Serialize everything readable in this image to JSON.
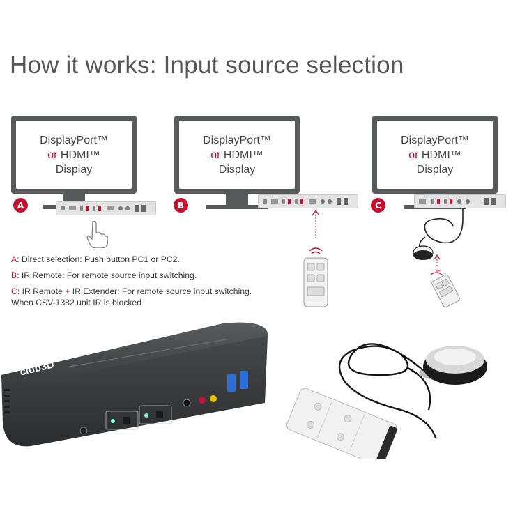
{
  "title": "How it works: Input source selection",
  "panels": [
    {
      "badge": "A",
      "line1": "DisplayPort™",
      "line2_or": "or",
      "line2_rest": " HDMI™",
      "line3": "Display"
    },
    {
      "badge": "B",
      "line1": "DisplayPort™",
      "line2_or": "or",
      "line2_rest": " HDMI™",
      "line3": "Display"
    },
    {
      "badge": "C",
      "line1": "DisplayPort™",
      "line2_or": "or",
      "line2_rest": " HDMI™",
      "line3": "Display"
    }
  ],
  "legend": [
    {
      "key": "A",
      "text": ": Direct selection: Push button PC1 or PC2."
    },
    {
      "key": "B",
      "text": ": IR Remote: For remote source input switching."
    },
    {
      "key": "C",
      "text": ": IR Remote ",
      "plus": "+",
      "text2": " IR Extender: For remote source input switching."
    },
    {
      "text": "When CSV-1382 unit IR is blocked"
    }
  ],
  "product": {
    "logo": "club3D"
  },
  "colors": {
    "accent": "#c8102e",
    "monitor": "#58595b",
    "device": "#3b3c3e"
  }
}
